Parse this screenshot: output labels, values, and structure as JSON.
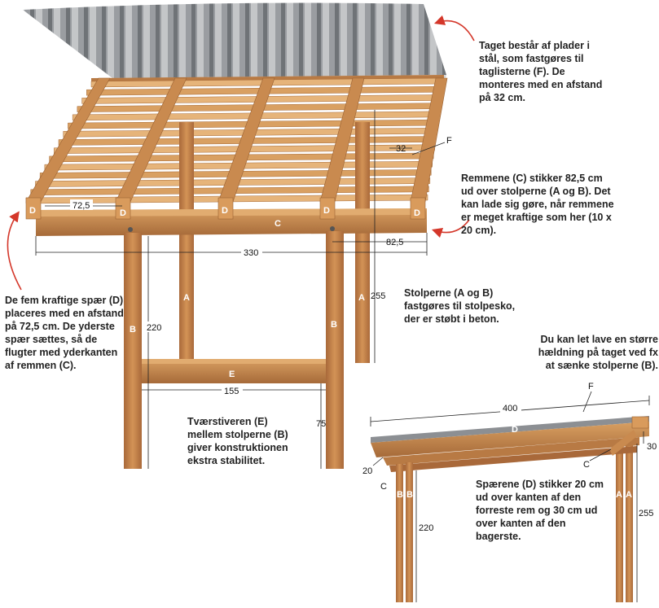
{
  "notes": {
    "roof": "Taget består af plader i stål, som fastgøres til taglisterne (F). De monteres med en afstand på 32 cm.",
    "beams": "Remmene (C) stikker 82,5 cm ud over stolperne (A og B). Det kan lade sig gøre, når remmene er meget kraftige som her (10 x 20 cm).",
    "rafters": "De fem kraftige spær (D) placeres med en afstand på 72,5 cm. De yderste spær sættes, så de flugter med yderkanten af remmen (C).",
    "posts": "Stolperne (A og B) fastgøres til stolpesko, der er støbt i beton.",
    "slope": "Du kan let lave en større hældning på taget ved fx at sænke stolperne (B).",
    "brace": "Tværstiveren (E) mellem stolperne (B) giver konstruktionen ekstra stabilitet.",
    "overhang": "Spærene (D) stikker 20 cm ud over kanten af den forreste rem og 30 cm ud over kanten af den bagerste."
  },
  "labels": {
    "A": "A",
    "B": "B",
    "C": "C",
    "D": "D",
    "E": "E",
    "F": "F"
  },
  "dimensions": {
    "spacing_rafters": "72,5",
    "spacing_battens": "32",
    "overhang_beam": "82,5",
    "width_total": "330",
    "height_front": "220",
    "height_back": "255",
    "brace_width": "155",
    "brace_height": "75",
    "side_length": "400",
    "side_front_overhang": "20",
    "side_back_overhang": "30",
    "side_height_front": "220",
    "side_height_back": "255"
  },
  "colors": {
    "wood": "#c98a4f",
    "wood_dark": "#9a6233",
    "wood_light": "#e2a96a",
    "roof": "#8c8f93",
    "arrow": "#d4372a"
  }
}
